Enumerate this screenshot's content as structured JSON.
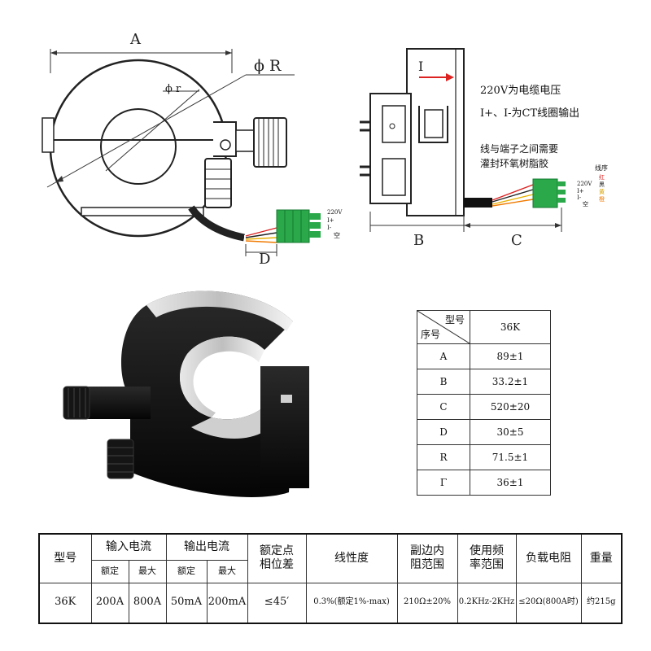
{
  "drawing": {
    "dim_a": "A",
    "dim_phi_r_big": "ϕ R",
    "dim_phi_r_small": "ϕ r",
    "dim_d": "D",
    "dim_b": "B",
    "dim_c": "C",
    "current_arrow": "I",
    "conn_label_220v": "220V",
    "conn_label_i": "I+",
    "conn_label_i2": "I-",
    "conn_label_empty": "空",
    "wire_order": "线序",
    "wire_colors": [
      "红",
      "黑",
      "黄",
      "橙"
    ]
  },
  "notes": {
    "line1": "220V为电缆电压",
    "line2": "I+、I-为CT线圈输出",
    "line3": "线与端子之间需要",
    "line4": "灌封环氧树脂胶"
  },
  "dim_table": {
    "header_model": "型号",
    "header_seq": "序号",
    "model_value": "36K",
    "rows": [
      {
        "key": "A",
        "value": "89±1"
      },
      {
        "key": "B",
        "value": "33.2±1"
      },
      {
        "key": "C",
        "value": "520±20"
      },
      {
        "key": "D",
        "value": "30±5"
      },
      {
        "key": "R",
        "value": "71.5±1"
      },
      {
        "key": "Γ",
        "value": "36±1"
      }
    ]
  },
  "spec_table": {
    "model": "型号",
    "input_current": "输入电流",
    "output_current": "输出电流",
    "rated": "额定",
    "max": "最大",
    "phase_l1": "额定点",
    "phase_l2": "相位差",
    "linearity": "线性度",
    "resistance_l1": "副边内",
    "resistance_l2": "阻范围",
    "freq_l1": "使用频",
    "freq_l2": "率范围",
    "load": "负载电阻",
    "weight": "重量",
    "values": {
      "model": "36K",
      "in_rated": "200A",
      "in_max": "800A",
      "out_rated": "50mA",
      "out_max": "200mA",
      "phase": "≤45′",
      "linearity": "0.3%(额定1%-max)",
      "resistance": "210Ω±20%",
      "freq": "0.2KHz-2KHz",
      "load": "≤20Ω(800A时)",
      "weight": "约215g"
    }
  }
}
